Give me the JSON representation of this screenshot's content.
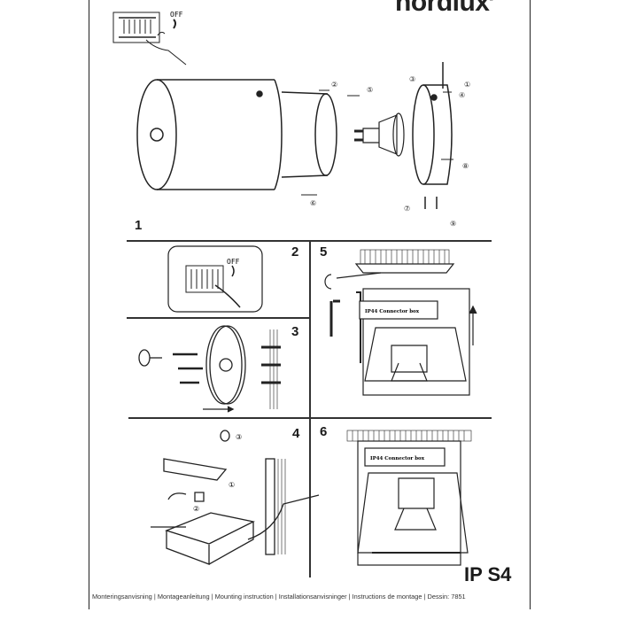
{
  "brand": {
    "logo": "nordlux"
  },
  "steps": [
    {
      "number": "1"
    },
    {
      "number": "2",
      "switch_label": "OFF"
    },
    {
      "number": "3"
    },
    {
      "number": "4"
    },
    {
      "number": "5",
      "box_label": "IP44 Connector box"
    },
    {
      "number": "6",
      "box_label": "IP44 Connector box"
    }
  ],
  "overview": {
    "switch_label": "OFF",
    "callouts": [
      "①",
      "②",
      "③",
      "④",
      "⑤",
      "⑥",
      "⑦",
      "⑧",
      "⑨"
    ]
  },
  "step4_callouts": [
    "①",
    "②",
    "③"
  ],
  "product": {
    "model": "IP S4"
  },
  "footer": {
    "text": "Monteringsanvisning | Montageanleitung | Mounting instruction | Installationsanvisninger | Instructions de montage | Dessin: 7851"
  }
}
